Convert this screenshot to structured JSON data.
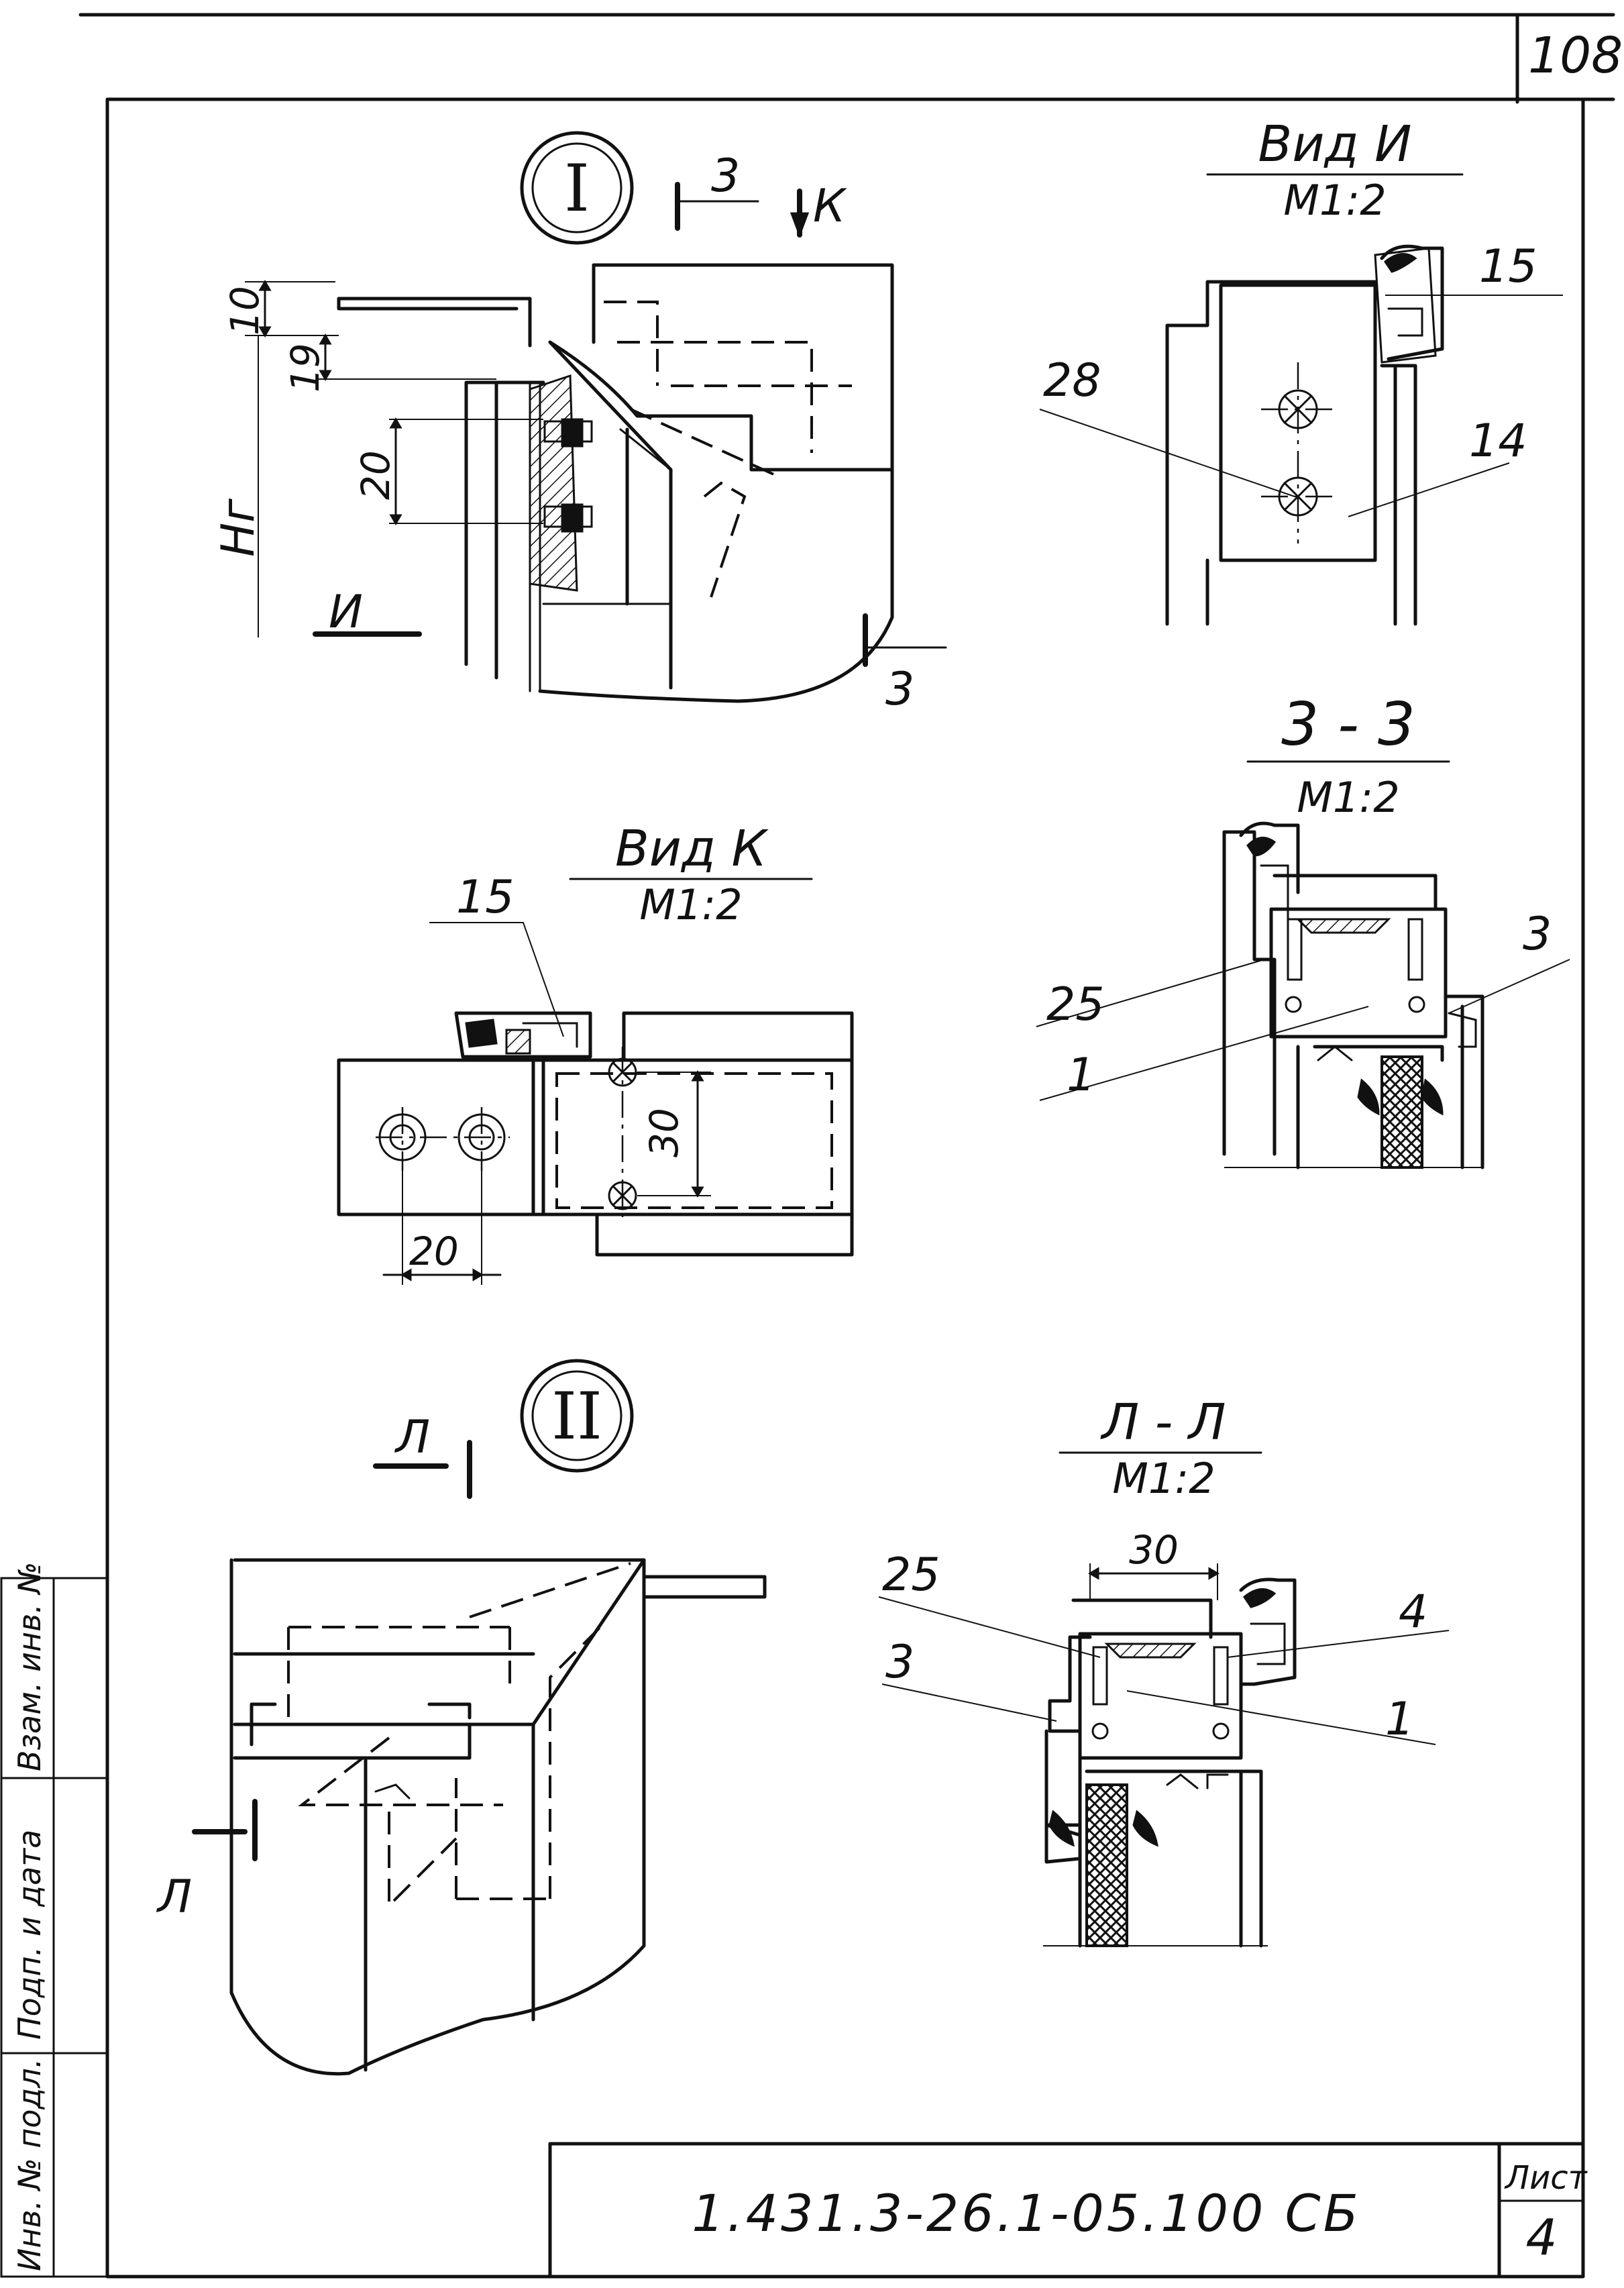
{
  "sheet": {
    "page_number": "108",
    "doc_code": "1.431.3-26.1-05.100 СБ",
    "sheet_label": "Лист",
    "sheet_number": "4"
  },
  "side_stamp": {
    "inv_orig": "Инв. № подл.",
    "sign_date": "Подп. и дата",
    "replace_inv": "Взам. инв. №"
  },
  "node1": {
    "marker": "I",
    "section_mark": "3",
    "view_mark_k": "К",
    "view_mark_i": "И",
    "dims": {
      "d10": "10",
      "d19": "19",
      "d20": "20",
      "hz": "Нг"
    }
  },
  "view_i": {
    "title": "Вид И",
    "scale": "М1:2",
    "leaders": {
      "p15": "15",
      "p28": "28",
      "p14": "14"
    }
  },
  "section_33": {
    "title": "3 - 3",
    "scale": "М1:2",
    "leaders": {
      "p25": "25",
      "p3": "3",
      "p1": "1"
    }
  },
  "view_k": {
    "title": "Вид К",
    "scale": "М1:2",
    "leaders": {
      "p15": "15"
    },
    "dims": {
      "d30": "30",
      "d20": "20"
    }
  },
  "node2": {
    "marker": "II",
    "section_mark_top": "Л",
    "section_mark_bottom": "Л"
  },
  "section_ll": {
    "title": "Л - Л",
    "scale": "М1:2",
    "dims": {
      "d30": "30"
    },
    "leaders": {
      "p25": "25",
      "p4": "4",
      "p3": "3",
      "p1": "1"
    }
  }
}
